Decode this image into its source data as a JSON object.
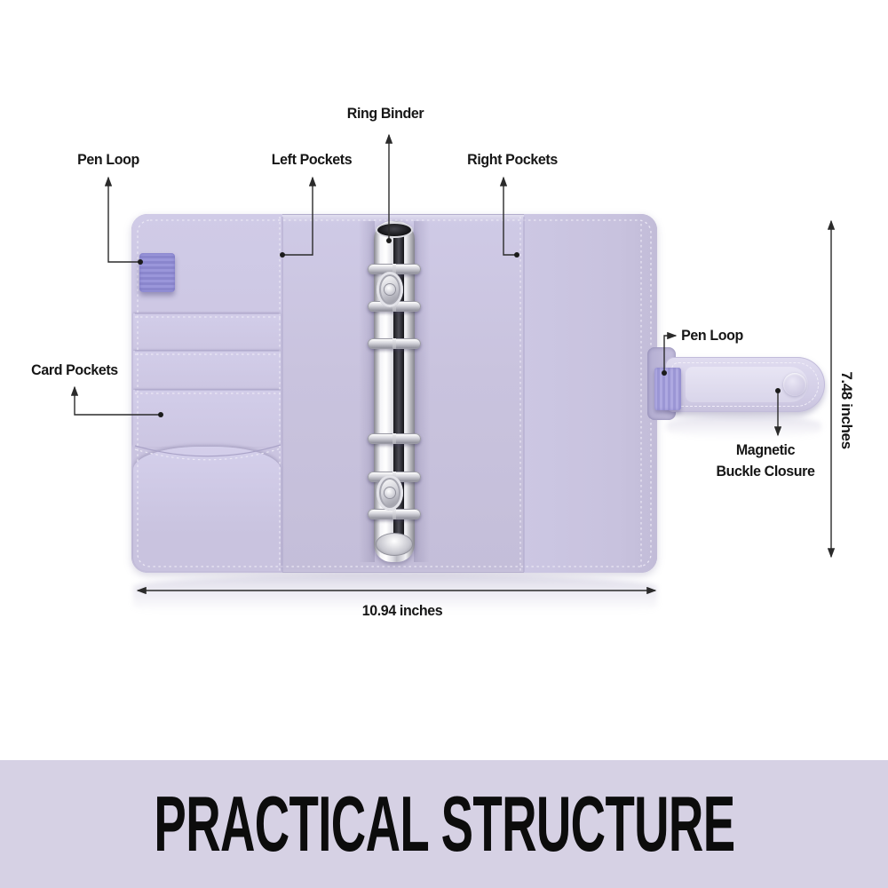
{
  "product": {
    "name": "open ring binder planner",
    "callouts": {
      "ring_binder": "Ring Binder",
      "pen_loop_left": "Pen Loop",
      "left_pockets": "Left Pockets",
      "right_pockets": "Right Pockets",
      "card_pockets": "Card Pockets",
      "pen_loop_right": "Pen Loop",
      "magnetic_buckle": [
        "Magnetic",
        "Buckle Closure"
      ]
    },
    "dimensions": {
      "width_label": "10.94 inches",
      "height_label": "7.48 inches"
    },
    "features": {
      "ring_count": 6,
      "card_slot_count": 3
    }
  },
  "banner": {
    "title": "PRACTICAL STRUCTURE"
  },
  "colors": {
    "leather_lavender": "#c9c3de",
    "left_panel": "#cbc5e1",
    "pen_loop_elastic": "#8f8bd2",
    "strap": "#d7d3e8",
    "chrome_silver": "#d9d9de",
    "chrome_dark_stripe": "#2e2e33",
    "banner_background": "#d6d1e4",
    "annotation_text": "#161616",
    "background": "#ffffff"
  }
}
